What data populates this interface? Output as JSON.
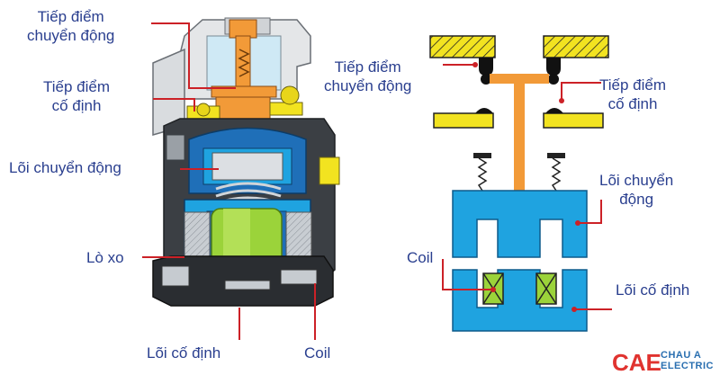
{
  "left_labels": {
    "moving_contact": "Tiếp điểm\nchuyển động",
    "fixed_contact": "Tiếp điểm\ncố định",
    "moving_core": "Lõi chuyển động",
    "spring": "Lò xo",
    "fixed_core": "Lõi cố định",
    "coil": "Coil"
  },
  "right_labels": {
    "moving_contact": "Tiếp điểm\nchuyển động",
    "fixed_contact": "Tiếp điểm\ncố định",
    "moving_core": "Lõi chuyển\nđộng",
    "coil": "Coil",
    "fixed_core": "Lõi cố định"
  },
  "logo": {
    "line1": "CHAU A",
    "line2": "ELECTRIC",
    "mark": "CAE"
  },
  "colors": {
    "label_text": "#2a3f8f",
    "leader_line": "#cc2127",
    "core_blue": "#1fa3e0",
    "contact_yellow": "#f2e320",
    "rod_orange": "#f29a38",
    "coil_green": "#9bd33a",
    "logo_red": "#e0332f",
    "logo_blue": "#2a6fb0"
  }
}
